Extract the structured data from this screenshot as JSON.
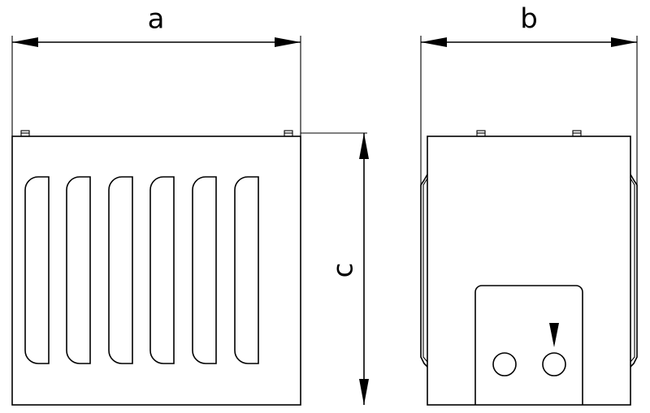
{
  "dimensions": {
    "width_label": "a",
    "depth_label": "b",
    "height_label": "c"
  }
}
